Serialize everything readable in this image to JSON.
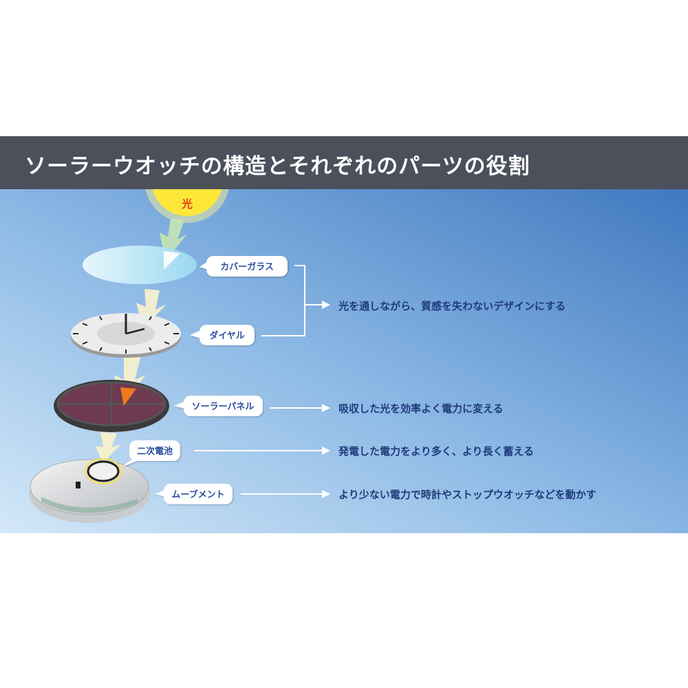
{
  "header": {
    "title": "ソーラーウオッチの構造とそれぞれのパーツの役割"
  },
  "sun_label": "光",
  "parts": [
    {
      "label": "カバーガラス"
    },
    {
      "label": "ダイヤル"
    },
    {
      "label": "ソーラーパネル"
    },
    {
      "label": "二次電池"
    },
    {
      "label": "ムーブメント"
    }
  ],
  "roles": [
    "光を通しながら、質感を失わないデザインにする",
    "吸収した光を効率よく電力に変える",
    "発電した電力をより多く、より長く蓄える",
    "より少ない電力で時計やストップウオッチなどを動かす"
  ],
  "colors": {
    "header": "#4b505b",
    "label_text": "#2a4f9c",
    "role_text": "#1f3a7a",
    "sun": "#fde83a",
    "light_red": "#e8401c"
  }
}
